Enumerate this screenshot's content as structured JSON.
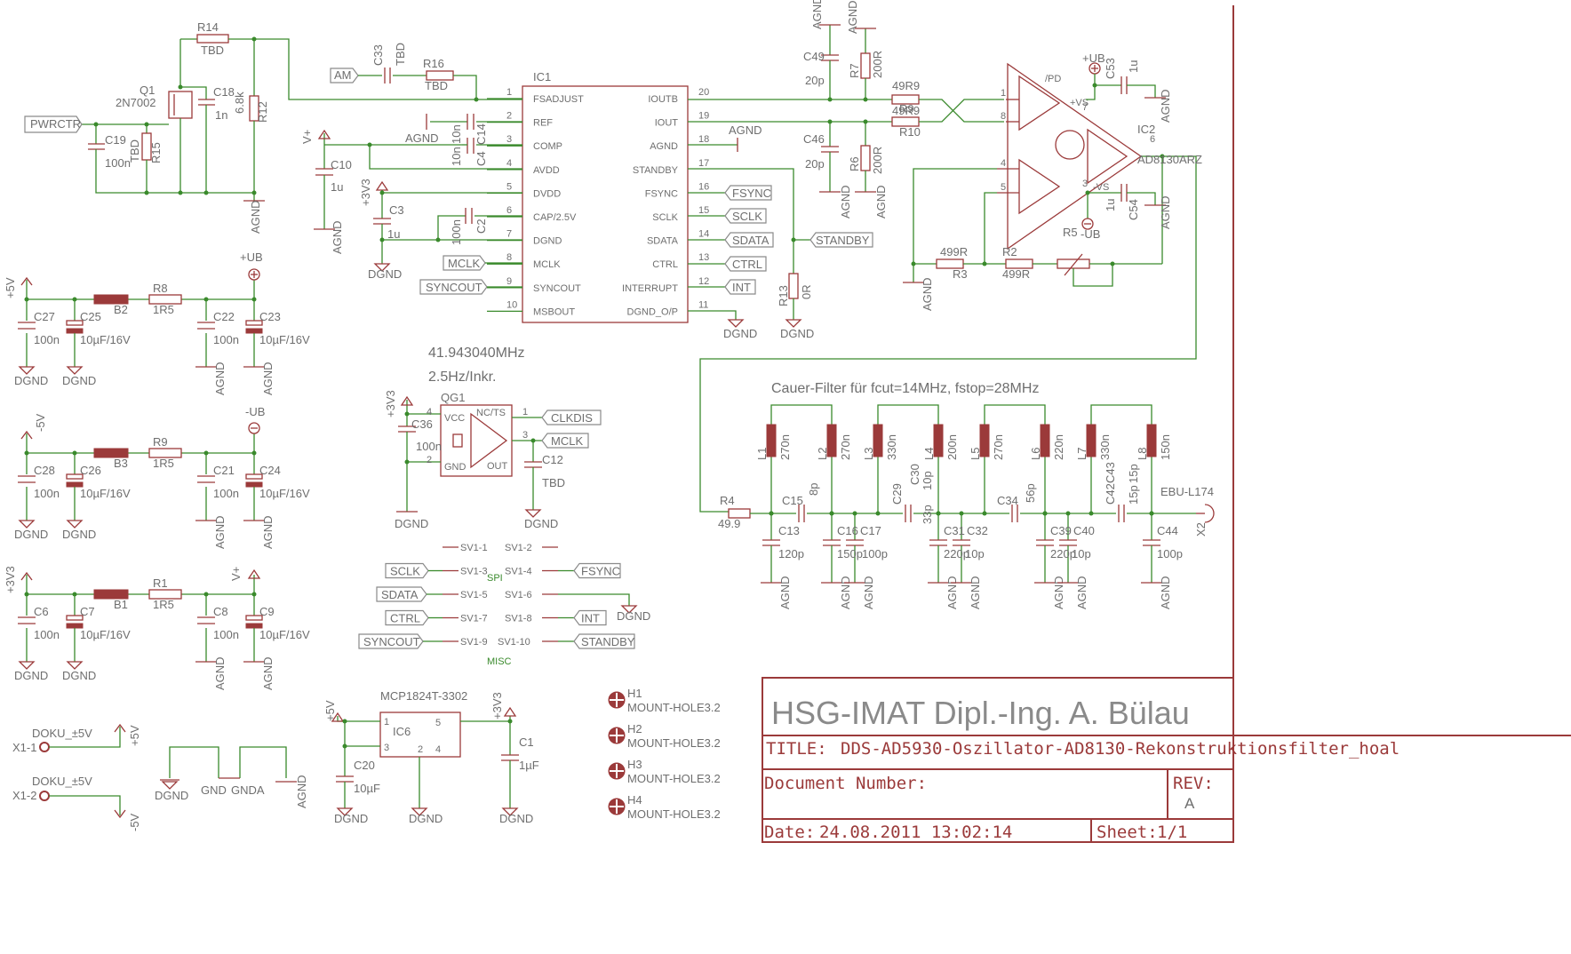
{
  "title_block": {
    "company": "HSG-IMAT Dipl.-Ing. A. Bülau",
    "title_label": "TITLE:",
    "title_value": "DDS-AD5930-Oszillator-AD8130-Rekonstruktionsfilter_hoal",
    "document_number_label": "Document Number:",
    "rev_label": "REV:",
    "rev_value": "A",
    "date_label": "Date:",
    "date_value": "24.08.2011 13:02:14",
    "sheet_label": "Sheet:",
    "sheet_value": "1/1"
  },
  "notes": {
    "clock_freq": "41.943040MHz",
    "resolution": "2.5Hz/Inkr.",
    "filter_title": "Cauer-Filter für fcut=14MHz, fstop=28MHz"
  },
  "ic1": {
    "name": "IC1",
    "left_pins": [
      {
        "num": "1",
        "name": "FSADJUST"
      },
      {
        "num": "2",
        "name": "REF"
      },
      {
        "num": "3",
        "name": "COMP"
      },
      {
        "num": "4",
        "name": "AVDD"
      },
      {
        "num": "5",
        "name": "DVDD"
      },
      {
        "num": "6",
        "name": "CAP/2.5V"
      },
      {
        "num": "7",
        "name": "DGND"
      },
      {
        "num": "8",
        "name": "MCLK"
      },
      {
        "num": "9",
        "name": "SYNCOUT"
      },
      {
        "num": "10",
        "name": "MSBOUT"
      }
    ],
    "right_pins": [
      {
        "num": "20",
        "name": "IOUTB"
      },
      {
        "num": "19",
        "name": "IOUT"
      },
      {
        "num": "18",
        "name": "AGND"
      },
      {
        "num": "17",
        "name": "STANDBY"
      },
      {
        "num": "16",
        "name": "FSYNC"
      },
      {
        "num": "15",
        "name": "SCLK"
      },
      {
        "num": "14",
        "name": "SDATA"
      },
      {
        "num": "13",
        "name": "CTRL"
      },
      {
        "num": "12",
        "name": "INTERRUPT"
      },
      {
        "num": "11",
        "name": "DGND_O/P"
      }
    ]
  },
  "ic2": {
    "name": "IC2",
    "part": "AD8130ARZ",
    "pd": "/PD",
    "vsp": "+VS",
    "vsn": "-VS"
  },
  "labels": {
    "am": "AM",
    "pwrctr": "PWRCTR",
    "fsync": "FSYNC",
    "sclk": "SCLK",
    "sdata": "SDATA",
    "ctrl": "CTRL",
    "int": "INT",
    "mclk": "MCLK",
    "syncout": "SYNCOUT",
    "standby": "STANDBY",
    "clkdis": "CLKDIS"
  },
  "sv1": {
    "pins": [
      "SV1-1",
      "SV1-2",
      "SV1-3",
      "SV1-4",
      "SV1-5",
      "SV1-6",
      "SV1-7",
      "SV1-8",
      "SV1-9",
      "SV1-10"
    ],
    "spi": "SPI",
    "misc": "MISC",
    "left_labels": [
      "SCLK",
      "SDATA",
      "CTRL",
      "SYNCOUT"
    ],
    "right_labels": [
      "FSYNC",
      "INT",
      "STANDBY"
    ],
    "dgnd": "DGND"
  },
  "qg1": {
    "name": "QG1",
    "vcc": "VCC",
    "gnd": "GND",
    "nc": "NC/TS",
    "out": "OUT",
    "c36": "C36",
    "c36v": "100n",
    "c12": "C12",
    "c12v": "TBD"
  },
  "power": {
    "plus5v": "+5V",
    "minus5v": "-5V",
    "plus3v3": "+3V3",
    "plusub": "+UB",
    "minusub": "-UB",
    "vplus": "V+",
    "agnd": "AGND",
    "dgnd": "DGND"
  },
  "supply_rows": [
    {
      "cin": "C27",
      "cinv": "100n",
      "cel": "C25",
      "celv": "10µF/16V",
      "bead": "B2",
      "r": "R8",
      "rv": "1R5",
      "cout": "C22",
      "coutv": "100n",
      "cel2": "C23",
      "cel2v": "10µF/16V"
    },
    {
      "cin": "C28",
      "cinv": "100n",
      "cel": "C26",
      "celv": "10µF/16V",
      "bead": "B3",
      "r": "R9",
      "rv": "1R5",
      "cout": "C21",
      "coutv": "100n",
      "cel2": "C24",
      "cel2v": "10µF/16V"
    },
    {
      "cin": "C6",
      "cinv": "100n",
      "cel": "C7",
      "celv": "10µF/16V",
      "bead": "B1",
      "r": "R1",
      "rv": "1R5",
      "cout": "C8",
      "coutv": "100n",
      "cel2": "C9",
      "cel2v": "10µF/16V"
    }
  ],
  "components": {
    "r14": "R14",
    "r14v": "TBD",
    "q1": "Q1",
    "q1v": "2N7002",
    "c18": "C18",
    "c18v": "1n",
    "r12": "R12",
    "r12v": "6.8k",
    "c19": "C19",
    "c19v": "100n",
    "r15": "R15",
    "r15v": "TBD",
    "c33": "C33",
    "c33v": "TBD",
    "r16": "R16",
    "r16v": "TBD",
    "c4": "C4",
    "c4v": "10n",
    "c14": "C14",
    "c14v": "10n",
    "c10": "C10",
    "c10v": "1u",
    "c3": "C3",
    "c3v": "1u",
    "c2": "C2",
    "c2v": "100n",
    "c49": "C49",
    "c49v": "20p",
    "r7": "R7",
    "r7v": "200R",
    "c46": "C46",
    "c46v": "20p",
    "r6": "R6",
    "r6v": "200R",
    "r9": "49R9",
    "r9b": "R9",
    "r10": "49R9",
    "r10b": "R10",
    "r13": "R13",
    "r13v": "0R",
    "c53": "C53",
    "c53v": "1u",
    "c54": "C54",
    "c54v": "1u",
    "r5": "R5",
    "r3": "R3",
    "r3v": "499R",
    "r2": "R2",
    "r2v": "499R"
  },
  "filter": {
    "r4": "R4",
    "r4v": "49.9",
    "ebu": "EBU-L174",
    "x2": "X2",
    "inductors": [
      [
        "L1",
        "270n"
      ],
      [
        "L2",
        "270n"
      ],
      [
        "L3",
        "330n"
      ],
      [
        "L4",
        "200n"
      ],
      [
        "L5",
        "270n"
      ],
      [
        "L6",
        "220n"
      ],
      [
        "L7",
        "330n"
      ],
      [
        "L8",
        "150n"
      ]
    ],
    "series_caps": [
      [
        "C15",
        "8p"
      ],
      [
        "C29",
        "C30",
        "33p",
        "10p"
      ],
      [
        "C34",
        "56p"
      ],
      [
        "C42",
        "C43",
        "15p",
        "15p"
      ]
    ],
    "shunt": [
      [
        "C13",
        "120p"
      ],
      [
        "C16",
        "150p"
      ],
      [
        "C17",
        "100p"
      ],
      [
        "C31",
        "220p"
      ],
      [
        "C32",
        "10p"
      ],
      [
        "C39",
        "220p"
      ],
      [
        "C40",
        "10p"
      ],
      [
        "C44",
        "100p"
      ]
    ]
  },
  "regulator": {
    "part": "MCP1824T-3302",
    "name": "IC6",
    "c20": "C20",
    "c20v": "10µF",
    "c1": "C1",
    "c1v": "1µF"
  },
  "doku": {
    "x11": "X1-1",
    "x12": "X1-2",
    "d1": "DOKU_±5V",
    "d2": "DOKU_±5V",
    "gnd": "GND",
    "gnda": "GNDA"
  },
  "mount": [
    [
      "H1",
      "MOUNT-HOLE3.2"
    ],
    [
      "H2",
      "MOUNT-HOLE3.2"
    ],
    [
      "H3",
      "MOUNT-HOLE3.2"
    ],
    [
      "H4",
      "MOUNT-HOLE3.2"
    ]
  ]
}
